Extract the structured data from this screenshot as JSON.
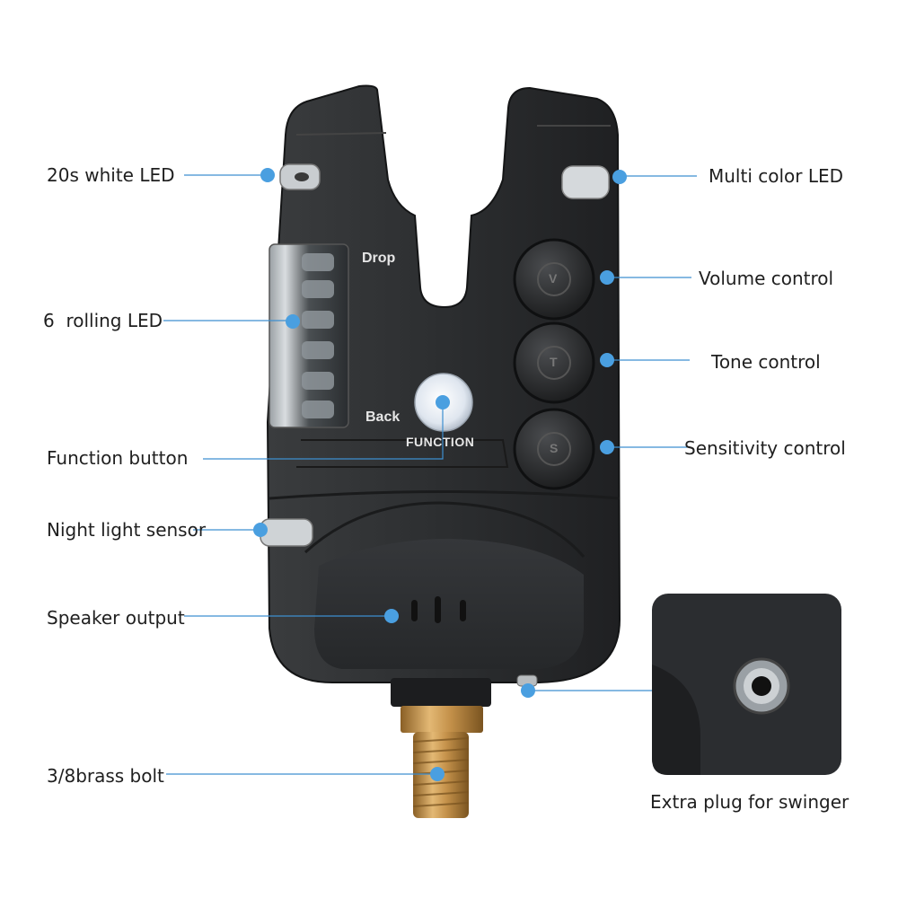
{
  "labels": {
    "white_led": "20s white LED",
    "multi_led": "Multi color LED",
    "rolling_led": "6  rolling LED",
    "volume": "Volume control",
    "tone": "Tone control",
    "sensitivity": "Sensitivity control",
    "function_button": "Function button",
    "night_sensor": "Night light sensor",
    "speaker": "Speaker output",
    "brass_bolt": "3/8brass bolt",
    "extra_plug": "Extra plug for swinger"
  },
  "device": {
    "drop": "Drop",
    "back": "Back",
    "function": "FUNCTION",
    "buttons": [
      "V",
      "T",
      "S"
    ]
  },
  "colors": {
    "body": "#2b2d2f",
    "callout_line": "#3d8fd0",
    "callout_dot": "#4a9fe0",
    "brass": "#c89a52"
  }
}
